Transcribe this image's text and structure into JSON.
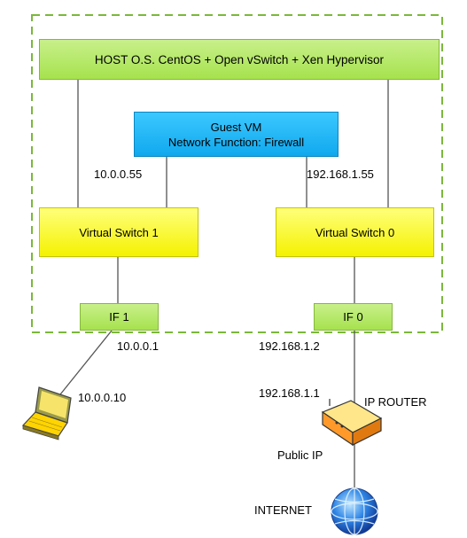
{
  "host_box": {
    "label": "HOST O.S. CentOS + Open vSwitch + Xen Hypervisor"
  },
  "guest_vm": {
    "line1": "Guest VM",
    "line2": "Network Function: Firewall"
  },
  "switches": {
    "vs1": "Virtual Switch 1",
    "vs0": "Virtual Switch 0"
  },
  "interfaces": {
    "if1": "IF 1",
    "if0": "IF 0"
  },
  "addresses": {
    "vm_left": "10.0.0.55",
    "vm_right": "192.168.1.55",
    "if1_ip": "10.0.0.1",
    "laptop_ip": "10.0.0.10",
    "if0_ip": "192.168.1.2",
    "router_ip": "192.168.1.1",
    "public_ip": "Public IP"
  },
  "devices": {
    "router": "IP ROUTER",
    "internet": "INTERNET"
  },
  "colors": {
    "host": "#a6e24e",
    "switch": "#f4f200",
    "vm": "#10a8ee",
    "dash": "#7ab83a"
  },
  "icons": {
    "laptop": "laptop-icon",
    "router": "router-icon",
    "globe": "globe-icon"
  }
}
